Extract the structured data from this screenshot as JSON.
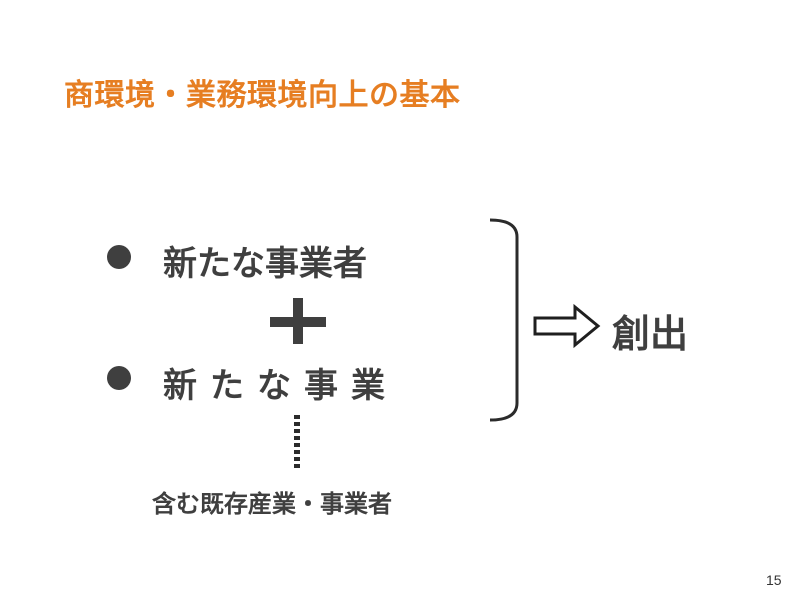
{
  "slide": {
    "title": "商環境・業務環境向上の基本",
    "item1": "新たな事業者",
    "item2": "新たな事業",
    "sub_note": "含む既存産業・事業者",
    "result": "創出",
    "page_number": "15"
  },
  "colors": {
    "title": "#e67e22",
    "text": "#3f3f3f"
  },
  "icons": [
    "bullet-icon",
    "plus-icon",
    "dotted-connector",
    "bracket-icon",
    "right-arrow-icon"
  ]
}
